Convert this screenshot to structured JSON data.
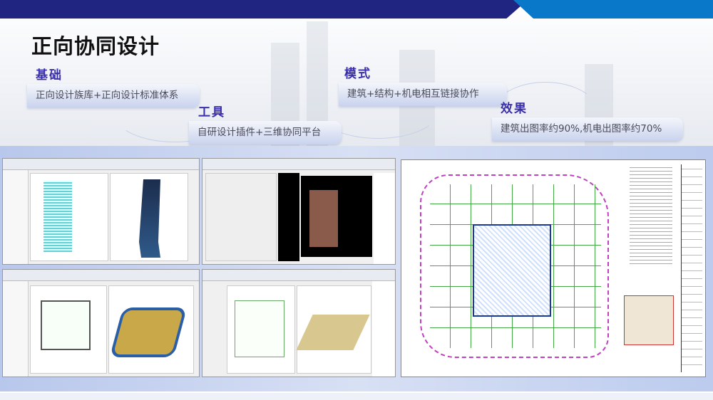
{
  "slide": {
    "title": "正向协同设计",
    "colors": {
      "navy": "#1f2580",
      "blue": "#0a78c8",
      "heading": "#3a2fa8"
    },
    "items": [
      {
        "heading": "基础",
        "desc": "正向设计族库+正向设计标准体系"
      },
      {
        "heading": "工具",
        "desc": "自研设计插件+三维协同平台"
      },
      {
        "heading": "模式",
        "desc": "建筑+结构+机电相互链接协作"
      },
      {
        "heading": "效果",
        "desc": "建筑出图率约90%,机电出图率约70%"
      }
    ]
  }
}
